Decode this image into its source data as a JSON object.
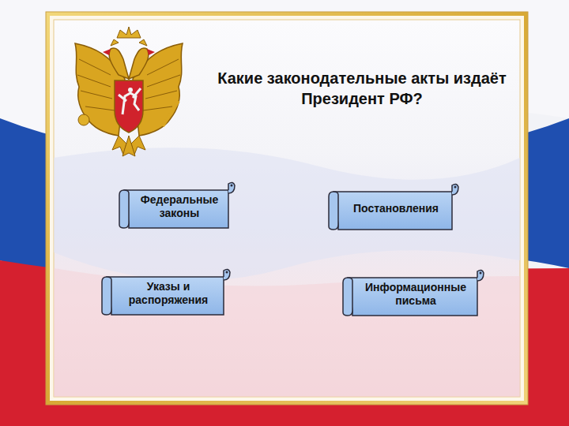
{
  "diagram": {
    "title": "Какие законодательные акты издаёт Президент РФ?",
    "nodes": [
      {
        "text": [
          "Федеральные законы"
        ]
      },
      {
        "text": [
          "Постановления"
        ]
      },
      {
        "text": [
          "Указы и распоряжения"
        ]
      },
      {
        "text": [
          "Информационные письма"
        ]
      }
    ]
  }
}
